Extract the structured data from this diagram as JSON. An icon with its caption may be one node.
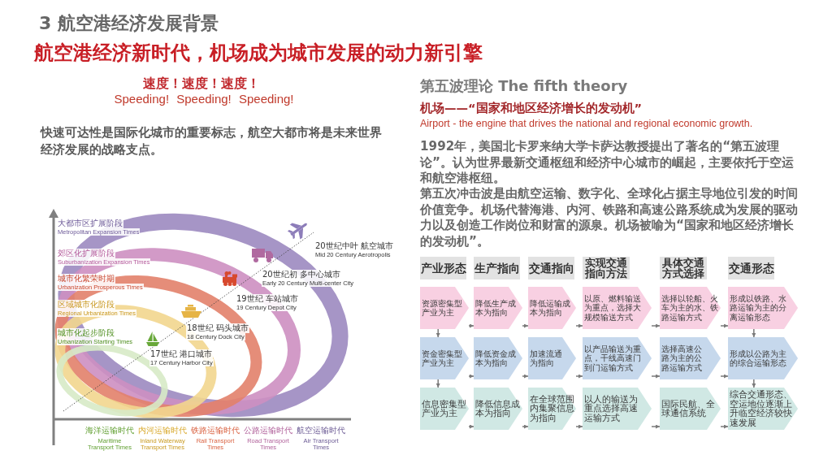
{
  "diagram": {
    "title": "3 航空港经济发展背景",
    "nodes": [
      {
        "text": [
          "产业形态"
        ]
      },
      {
        "text": [
          "生产指向"
        ]
      },
      {
        "text": [
          "交通指向"
        ]
      },
      {
        "text": [
          "实现交通指向方法"
        ]
      },
      {
        "text": [
          "具体交通方式选择"
        ]
      },
      {
        "text": [
          "交通形态"
        ]
      },
      {
        "text": [
          "资源密集型产业为主"
        ]
      },
      {
        "text": [
          "降低生产成本为指向"
        ]
      },
      {
        "text": [
          "降低运输成本为指向"
        ]
      },
      {
        "text": [
          "以原、燃料输送为重点，选择大规模输送方式"
        ]
      },
      {
        "text": [
          "选择以轮船、火车为主的水、铁路运输方式"
        ]
      },
      {
        "text": [
          "形成以铁路、水路运输为主的分离运输形态"
        ]
      },
      {
        "text": [
          "资金密集型产业为主"
        ]
      },
      {
        "text": [
          "降低资金成本为指向"
        ]
      },
      {
        "text": [
          "加速流通为指向"
        ]
      },
      {
        "text": [
          "以产品输送为重点，干线高速门到门运输方式"
        ]
      },
      {
        "text": [
          "选择高速公路为主的公路运输方式"
        ]
      },
      {
        "text": [
          "形成以公路为主的综合运输形态"
        ]
      },
      {
        "text": [
          "信息密集型产业为主"
        ]
      },
      {
        "text": [
          "降低信息成本为指向"
        ]
      },
      {
        "text": [
          "在全球范围内集聚信息为指向"
        ]
      },
      {
        "text": [
          "以人的输送为重点选择高速运输方式"
        ]
      },
      {
        "text": [
          "国际民航、全球通信系统"
        ]
      },
      {
        "text": [
          "综合交通形态、空运地位逐渐上升临空经济较快速发展"
        ]
      }
    ],
    "edges": [
      {
        "from": 6,
        "to": 7,
        "arrow": "to"
      },
      {
        "from": 7,
        "to": 8,
        "arrow": "to"
      },
      {
        "from": 8,
        "to": 9,
        "arrow": "to"
      },
      {
        "from": 9,
        "to": 10,
        "arrow": "to"
      },
      {
        "from": 10,
        "to": 11,
        "arrow": "to"
      },
      {
        "from": 6,
        "to": 12,
        "arrow": "to"
      },
      {
        "from": 11,
        "to": 17,
        "arrow": "to"
      },
      {
        "from": 12,
        "to": 13,
        "arrow": "to"
      },
      {
        "from": 13,
        "to": 14,
        "arrow": "to"
      },
      {
        "from": 14,
        "to": 15,
        "arrow": "to"
      },
      {
        "from": 15,
        "to": 16,
        "arrow": "to"
      },
      {
        "from": 16,
        "to": 17,
        "arrow": "to"
      },
      {
        "from": 12,
        "to": 18,
        "arrow": "to"
      },
      {
        "from": 17,
        "to": 23,
        "arrow": "to"
      },
      {
        "from": 18,
        "to": 19,
        "arrow": "to"
      },
      {
        "from": 19,
        "to": 20,
        "arrow": "to"
      },
      {
        "from": 20,
        "to": 21,
        "arrow": "to"
      },
      {
        "from": 21,
        "to": 22,
        "arrow": "to"
      },
      {
        "from": 22,
        "to": 23,
        "arrow": "to"
      }
    ],
    "labels": [
      "航空港经济新时代，机场成为城市发展的动力新引擎",
      "速度！速度！速度！",
      "Speeding! Speeding! Speeding!",
      "快速可达性是国际化城市的重要标志，航空大都市将是未来世界经济发展的战略支点。",
      "第五波理论 The fifth theory",
      "机场——“国家和地区经济增长的发动机”",
      "Airport - the engine that drives the national and regional economic growth.",
      "1992年，美国北卡罗来纳大学卡萨达教授提出了著名的“第五波理论”。认为世界最新交通枢纽和经济中心城市的崛起，主要依托于空运和航空港枢纽。",
      "第五次冲击波是由航空运输、数字化、全球化占据主导地位引发的时间价值竞争。机场代替海港、内河、铁路和高速公路系统成为发展的驱动力以及创造工作岗位和财富的源泉。机场被喻为“国家和地区经济增长的发动机”。",
      "大都市区扩展阶段",
      "Metropolitan Expansion Times",
      "郊区化扩展阶段",
      "Suburbanization Expansion Times",
      "城市化繁荣时期",
      "Urbanization Prosperous Times",
      "区域城市化阶段",
      "Regional Urbanization Times",
      "城市化起步阶段",
      "Urbanization Starting Times",
      "20世纪中叶 航空城市",
      "Mid 20 Century Aerotropolis",
      "20世纪初 多中心城市",
      "Early 20 Century Multi-center City",
      "19世纪 车站城市",
      "19 Century Depot City",
      "18世纪 码头城市",
      "18 Century Dock City",
      "17世纪 港口城市",
      "17 Century Harbor City",
      "海洋运输时代",
      "内河运输时代",
      "铁路运输时代",
      "公路运输时代",
      "航空运输时代",
      "Maritime Transport Times",
      "Inland Waterway Transport Times",
      "Rail Transport Times",
      "Road Transport Times",
      "Air Transport Times"
    ]
  }
}
